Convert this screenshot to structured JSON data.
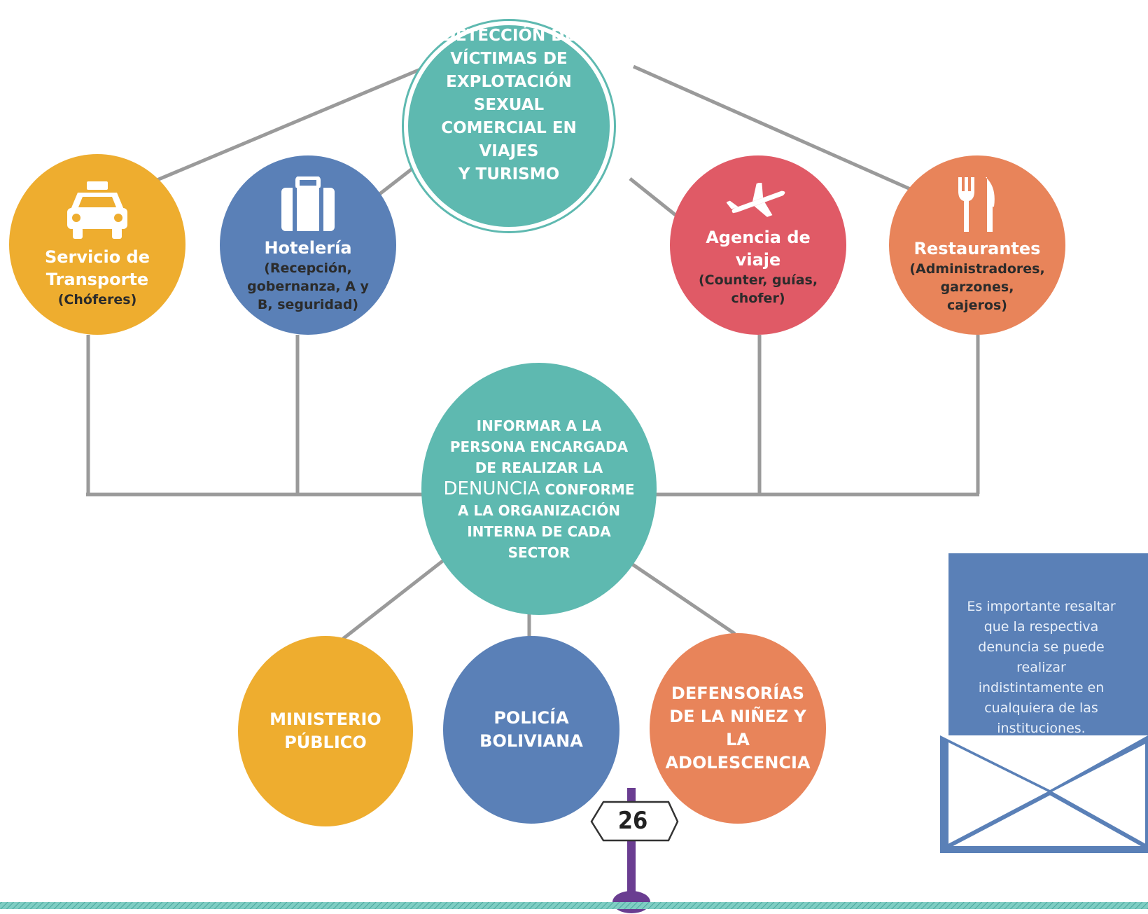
{
  "root": {
    "lines": [
      "DETECCIÓN DE",
      "VÍCTIMAS DE",
      "EXPLOTACIÓN SEXUAL",
      "COMERCIAL EN VIAJES",
      "Y TURISMO"
    ]
  },
  "sectors": [
    {
      "title": [
        "Servicio de",
        "Transporte"
      ],
      "detail": [
        "(Chóferes)"
      ],
      "icon": "taxi-icon",
      "color": "#eead2f"
    },
    {
      "title": [
        "Hotelería"
      ],
      "detail": [
        "(Recepción,",
        "gobernanza, A y",
        "B, seguridad)"
      ],
      "icon": "suitcase-icon",
      "color": "#5a80b7"
    },
    {
      "title": [
        "Agencia de",
        "viaje"
      ],
      "detail": [
        "(Counter, guías,",
        "chofer)"
      ],
      "icon": "airplane-icon",
      "color": "#e05a66"
    },
    {
      "title": [
        "Restaurantes"
      ],
      "detail": [
        "(Administradores,",
        "garzones,",
        "cajeros)"
      ],
      "icon": "fork-knife-icon",
      "color": "#e8845a"
    }
  ],
  "action": {
    "line1": "INFORMAR A LA",
    "line2": "PERSONA ENCARGADA",
    "line3": "DE REALIZAR LA",
    "line4_big": "DENUNCIA",
    "line4_rest": " CONFORME",
    "line5": "A LA ORGANIZACIÓN",
    "line6": "INTERNA DE CADA",
    "line7": "SECTOR"
  },
  "institutions": [
    {
      "lines": [
        "MINISTERIO",
        "PÚBLICO"
      ],
      "color": "#eead2f"
    },
    {
      "lines": [
        "POLICÍA",
        "BOLIVIANA"
      ],
      "color": "#5a80b7"
    },
    {
      "lines": [
        "DEFENSORÍAS",
        "DE LA NIÑEZ Y",
        "LA",
        "ADOLESCENCIA"
      ],
      "color": "#e8845a"
    }
  ],
  "note": {
    "lines": [
      "Es importante resaltar",
      "que la respectiva",
      "denuncia se puede",
      "realizar",
      "indistintamente en",
      "cualquiera de las",
      "instituciones."
    ]
  },
  "page_number": "26",
  "colors": {
    "teal": "#5eb9b0",
    "yellow": "#eead2f",
    "blue": "#5a80b7",
    "red": "#e05a66",
    "orange": "#e8845a",
    "connector": "#9a9a9a",
    "purple": "#6a3d91"
  }
}
